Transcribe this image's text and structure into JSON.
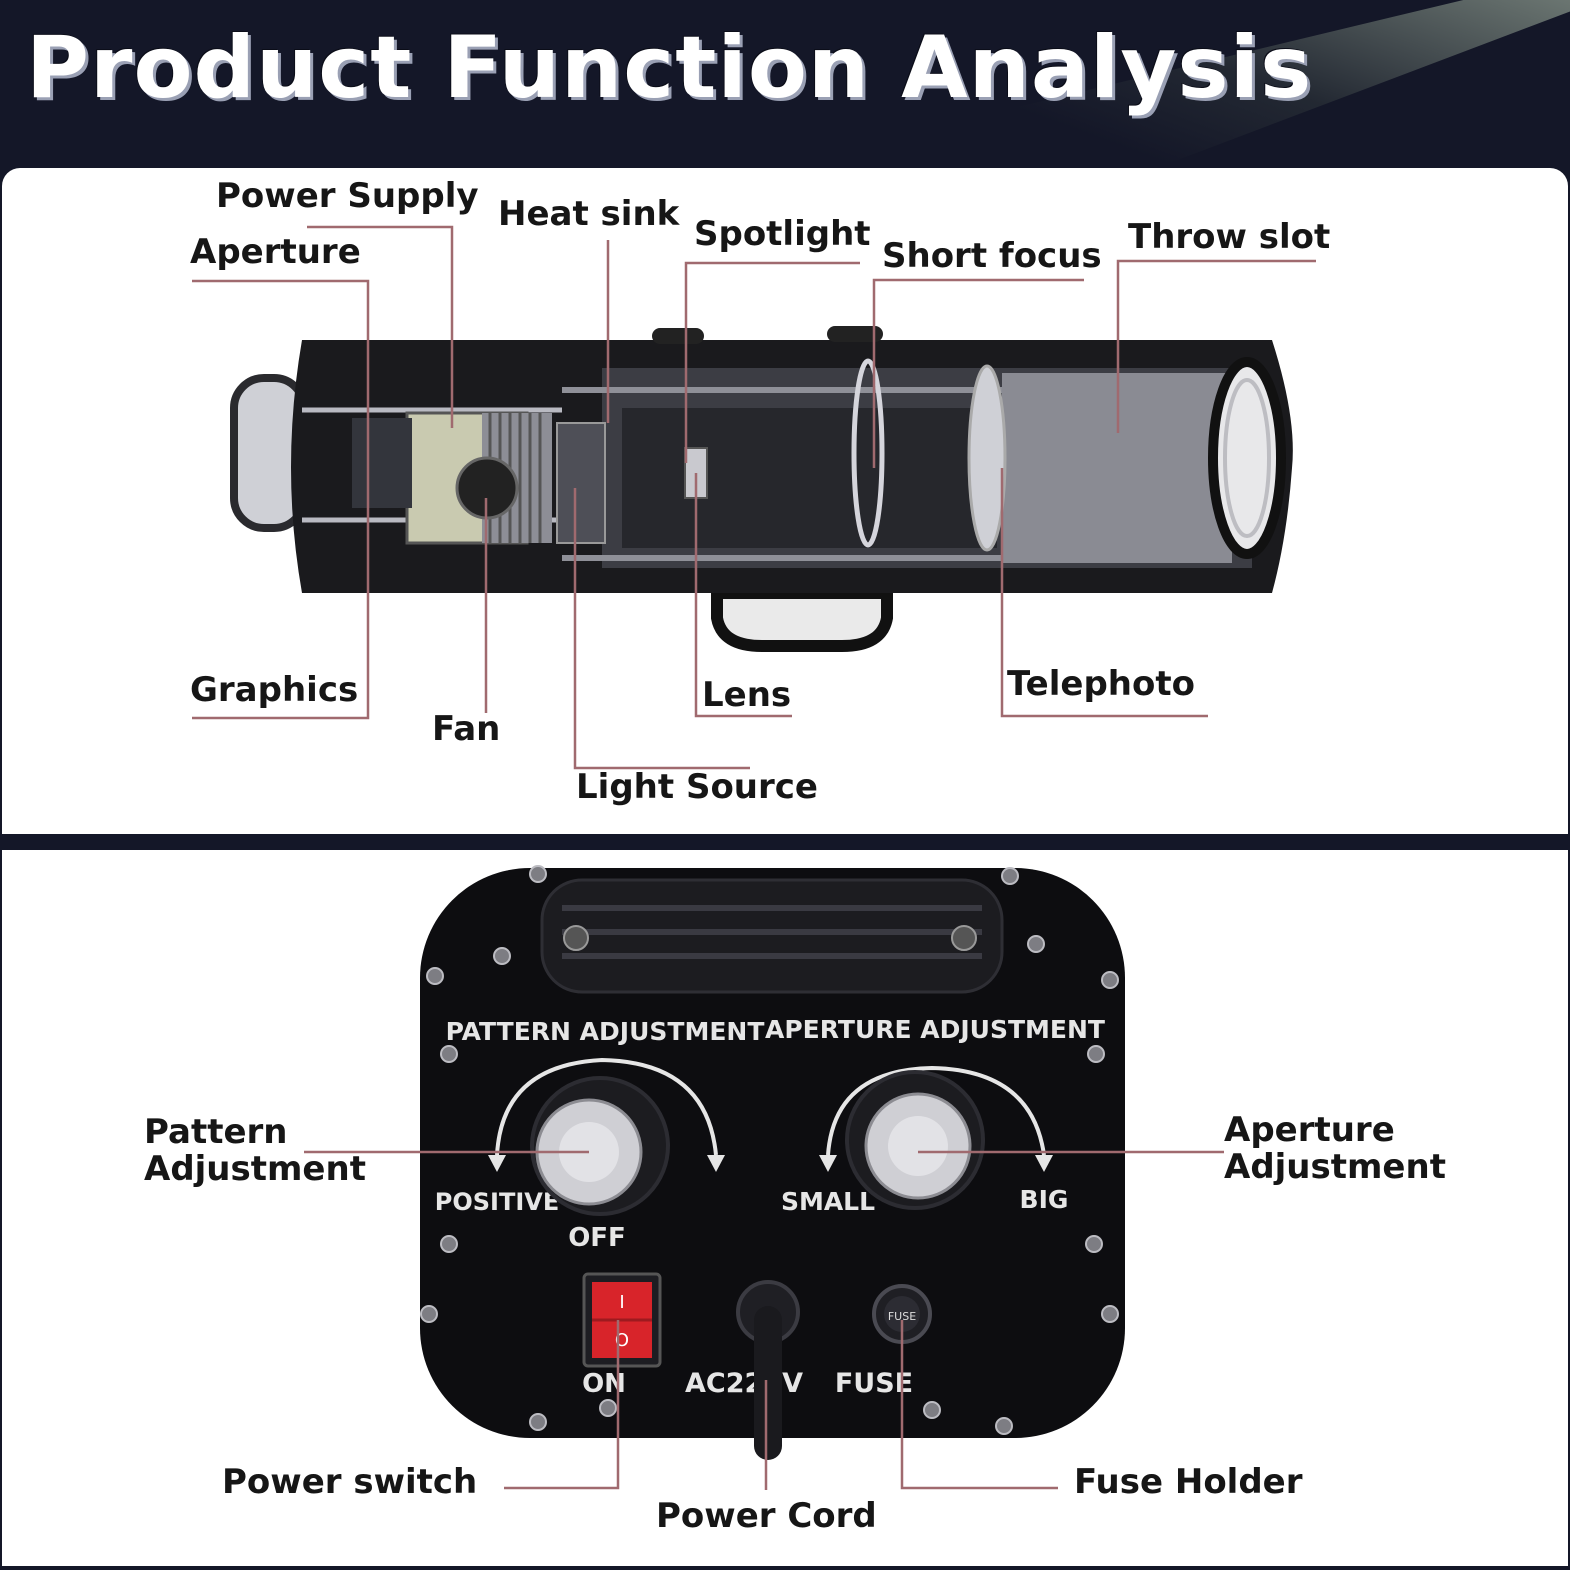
{
  "title": "Product Function Analysis",
  "top_labels": {
    "power_supply": "Power Supply",
    "aperture": "Aperture",
    "heat_sink": "Heat sink",
    "spotlight": "Spotlight",
    "short_focus": "Short focus",
    "throw_slot": "Throw slot",
    "graphics": "Graphics",
    "fan": "Fan",
    "lens": "Lens",
    "light_source": "Light Source",
    "telephoto": "Telephoto"
  },
  "bottom_labels": {
    "pattern_adjustment": "Pattern\nAdjustment",
    "aperture_adjustment": "Aperture\nAdjustment",
    "power_switch": "Power switch",
    "power_cord": "Power Cord",
    "fuse_holder": "Fuse Holder"
  },
  "panel_text": {
    "pattern_adjustment": "PATTERN ADJUSTMENT",
    "aperture_adjustment": "APERTURE ADJUSTMENT",
    "positive": "POSITIVE",
    "off": "OFF",
    "small": "SMALL",
    "big": "BIG",
    "on": "ON",
    "ac220v": "AC220V",
    "fuse": "FUSE",
    "switch_top": "I",
    "switch_bottom": "O",
    "fuse_cap": "FUSE"
  },
  "colors": {
    "leader_line": "#a06a6f",
    "device_black": "#0d0d10",
    "background": "#141728",
    "switch_red": "#d8242a"
  }
}
